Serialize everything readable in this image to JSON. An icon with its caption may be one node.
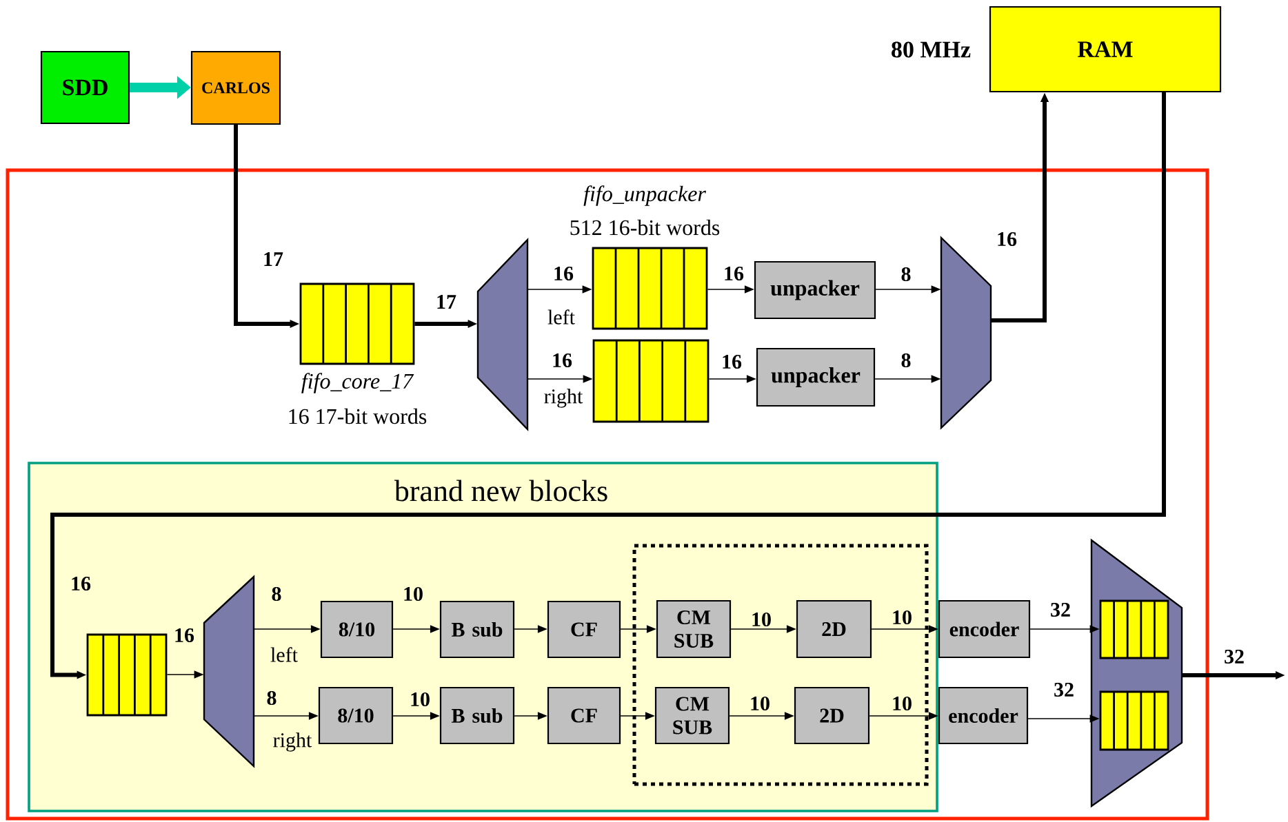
{
  "diagram": {
    "nodes": [
      {
        "text": [
          "SDD"
        ]
      },
      {
        "text": [
          "CARLOS"
        ]
      },
      {
        "text": [
          "RAM"
        ],
        "beside": [
          "80 MHz"
        ]
      },
      {
        "text": [],
        "shape": "box"
      },
      {
        "text": [
          "fifo_core_17",
          "16 17-bit words"
        ],
        "in": 3
      },
      {
        "text": [],
        "shape": "trapezoid",
        "in": 3
      },
      {
        "text": [
          "fifo_unpacker",
          "512 16-bit words"
        ],
        "in": 3
      },
      {
        "text": [],
        "shape": "box",
        "in": 3
      },
      {
        "text": [
          "unpacker"
        ],
        "in": 3
      },
      {
        "text": [
          "unpacker"
        ],
        "in": 3
      },
      {
        "text": [],
        "shape": "trapezoid",
        "in": 3
      },
      {
        "text": [
          "brand new blocks"
        ],
        "in": 3
      },
      {
        "text": [],
        "shape": "box",
        "in": 11
      },
      {
        "text": [],
        "shape": "trapezoid",
        "in": 11
      },
      {
        "text": [
          "8/10"
        ],
        "in": 11
      },
      {
        "text": [
          "B sub"
        ],
        "in": 11
      },
      {
        "text": [
          "CF"
        ],
        "in": 11
      },
      {
        "text": [
          "8/10"
        ],
        "in": 11
      },
      {
        "text": [
          "B sub"
        ],
        "in": 11
      },
      {
        "text": [
          "CF"
        ],
        "in": 11
      },
      {
        "text": [],
        "shape": "box",
        "in": 11
      },
      {
        "text": [
          "CM SUB"
        ],
        "in": 20
      },
      {
        "text": [
          "2D"
        ],
        "in": 20
      },
      {
        "text": [
          "CM SUB"
        ],
        "in": 20
      },
      {
        "text": [
          "2D"
        ],
        "in": 20
      },
      {
        "text": [
          "encoder"
        ],
        "in": 3
      },
      {
        "text": [
          "encoder"
        ],
        "in": 3
      },
      {
        "text": [],
        "shape": "trapezoid",
        "in": 3
      },
      {
        "text": [],
        "shape": "box",
        "in": 27
      },
      {
        "text": [],
        "shape": "box",
        "in": 27
      }
    ],
    "edges": [
      {
        "from": 0,
        "to": 1,
        "arrow": "to",
        "style": "thick",
        "color": "#00d0a8"
      },
      {
        "from": 1,
        "to": 4,
        "arrow": "to",
        "label": "17",
        "style": "thick"
      },
      {
        "from": 4,
        "to": 5,
        "arrow": "to",
        "label": "17",
        "style": "thick"
      },
      {
        "from": 5,
        "to": 6,
        "arrow": "to",
        "label": "16"
      },
      {
        "from": 5,
        "to": 7,
        "arrow": "to",
        "label": "16"
      },
      {
        "from": 6,
        "to": 8,
        "arrow": "to",
        "label": "16"
      },
      {
        "from": 7,
        "to": 9,
        "arrow": "to",
        "label": "16"
      },
      {
        "from": 8,
        "to": 10,
        "arrow": "to",
        "label": "8"
      },
      {
        "from": 9,
        "to": 10,
        "arrow": "to",
        "label": "8"
      },
      {
        "from": 10,
        "to": 2,
        "arrow": "to",
        "label": "16",
        "style": "thick"
      },
      {
        "from": 2,
        "to": 12,
        "arrow": "to",
        "label": "16",
        "style": "thick"
      },
      {
        "from": 12,
        "to": 13,
        "arrow": "to",
        "label": "16"
      },
      {
        "from": 13,
        "to": 14,
        "arrow": "to",
        "label": "8"
      },
      {
        "from": 13,
        "to": 17,
        "arrow": "to",
        "label": "8"
      },
      {
        "from": 14,
        "to": 15,
        "arrow": "to",
        "label": "10"
      },
      {
        "from": 17,
        "to": 18,
        "arrow": "to",
        "label": "10"
      },
      {
        "from": 15,
        "to": 16,
        "arrow": "to"
      },
      {
        "from": 18,
        "to": 19,
        "arrow": "to"
      },
      {
        "from": 16,
        "to": 21,
        "arrow": "to"
      },
      {
        "from": 19,
        "to": 23,
        "arrow": "to"
      },
      {
        "from": 21,
        "to": 22,
        "arrow": "to",
        "label": "10"
      },
      {
        "from": 23,
        "to": 24,
        "arrow": "to",
        "label": "10"
      },
      {
        "from": 22,
        "to": 25,
        "arrow": "to",
        "label": "10"
      },
      {
        "from": 24,
        "to": 26,
        "arrow": "to",
        "label": "10"
      },
      {
        "from": 25,
        "to": 28,
        "arrow": "to",
        "label": "32"
      },
      {
        "from": 26,
        "to": 29,
        "arrow": "to",
        "label": "32"
      },
      {
        "from": 27,
        "to": null,
        "arrow": "to",
        "label": "32",
        "style": "thick"
      }
    ],
    "labels": [
      "left",
      "right",
      "left",
      "right"
    ]
  }
}
